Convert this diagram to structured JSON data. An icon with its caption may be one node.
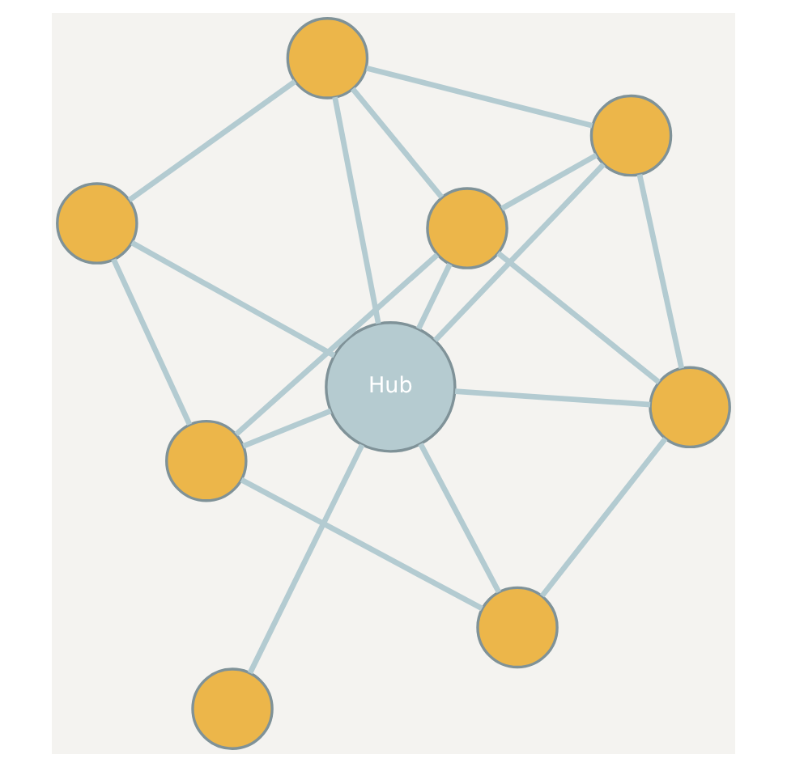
{
  "diagram": {
    "nodes": [
      {
        "text": [
          "Hub"
        ]
      },
      {
        "text": [],
        "shape": "circle"
      },
      {
        "text": [],
        "shape": "circle"
      },
      {
        "text": [],
        "shape": "circle"
      },
      {
        "text": [],
        "shape": "circle"
      },
      {
        "text": [],
        "shape": "circle"
      },
      {
        "text": [],
        "shape": "circle"
      },
      {
        "text": [],
        "shape": "circle"
      },
      {
        "text": [],
        "shape": "circle"
      }
    ],
    "edges": [
      {
        "from": 0,
        "to": 1,
        "arrow": "none"
      },
      {
        "from": 0,
        "to": 2,
        "arrow": "none"
      },
      {
        "from": 0,
        "to": 3,
        "arrow": "none"
      },
      {
        "from": 0,
        "to": 4,
        "arrow": "none"
      },
      {
        "from": 0,
        "to": 5,
        "arrow": "none"
      },
      {
        "from": 0,
        "to": 6,
        "arrow": "none"
      },
      {
        "from": 0,
        "to": 7,
        "arrow": "none"
      },
      {
        "from": 0,
        "to": 8,
        "arrow": "none"
      },
      {
        "from": 1,
        "to": 3,
        "arrow": "none"
      },
      {
        "from": 1,
        "to": 4,
        "arrow": "none"
      },
      {
        "from": 1,
        "to": 5,
        "arrow": "none"
      },
      {
        "from": 3,
        "to": 5,
        "arrow": "none"
      },
      {
        "from": 3,
        "to": 7,
        "arrow": "none"
      },
      {
        "from": 4,
        "to": 6,
        "arrow": "none"
      },
      {
        "from": 6,
        "to": 5,
        "arrow": "none"
      },
      {
        "from": 6,
        "to": 8,
        "arrow": "none"
      },
      {
        "from": 8,
        "to": 7,
        "arrow": "none"
      },
      {
        "from": 5,
        "to": 7,
        "arrow": "none"
      }
    ]
  }
}
